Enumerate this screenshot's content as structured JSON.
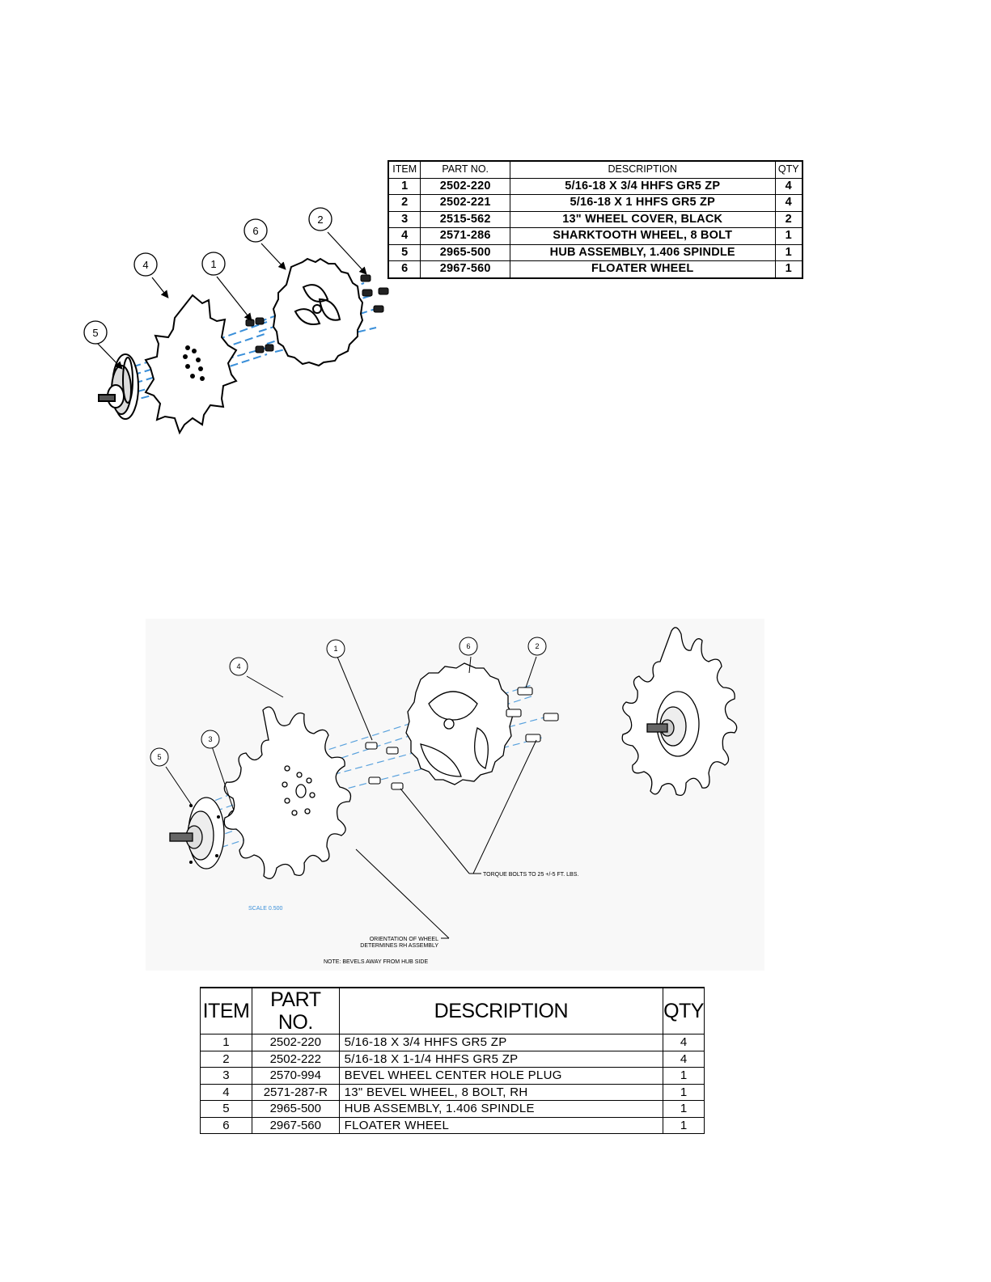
{
  "top_table": {
    "headers": [
      "ITEM",
      "PART NO.",
      "DESCRIPTION",
      "QTY"
    ],
    "rows": [
      [
        "1",
        "2502-220",
        "5/16-18 X 3/4 HHFS GR5 ZP",
        "4"
      ],
      [
        "2",
        "2502-221",
        "5/16-18 X 1 HHFS GR5 ZP",
        "4"
      ],
      [
        "3",
        "2515-562",
        "13\" WHEEL COVER, BLACK",
        "2"
      ],
      [
        "4",
        "2571-286",
        "SHARKTOOTH WHEEL, 8 BOLT",
        "1"
      ],
      [
        "5",
        "2965-500",
        "HUB ASSEMBLY, 1.406 SPINDLE",
        "1"
      ],
      [
        "6",
        "2967-560",
        "FLOATER WHEEL",
        "1"
      ]
    ]
  },
  "top_diagram": {
    "balloons": [
      "5",
      "4",
      "1",
      "6",
      "2"
    ]
  },
  "bottom_diagram": {
    "balloons": [
      "5",
      "3",
      "4",
      "1",
      "6",
      "2"
    ],
    "torque_note": "TORQUE BOLTS TO 25 +/-5 FT. LBS.",
    "scale_label": "SCALE 0.500",
    "orientation_note_line1": "ORIENTATION OF WHEEL",
    "orientation_note_line2": "DETERMINES RH ASSEMBLY",
    "bevel_note": "NOTE: BEVELS AWAY FROM HUB SIDE"
  },
  "bottom_table": {
    "headers": [
      "ITEM",
      "PART NO.",
      "DESCRIPTION",
      "QTY"
    ],
    "rows": [
      [
        "1",
        "2502-220",
        "5/16-18 X 3/4 HHFS GR5 ZP",
        "4"
      ],
      [
        "2",
        "2502-222",
        "5/16-18 X 1-1/4 HHFS GR5 ZP",
        "4"
      ],
      [
        "3",
        "2570-994",
        "BEVEL WHEEL CENTER HOLE PLUG",
        "1"
      ],
      [
        "4",
        "2571-287-R",
        "13\" BEVEL WHEEL, 8 BOLT, RH",
        "1"
      ],
      [
        "5",
        "2965-500",
        "HUB ASSEMBLY, 1.406 SPINDLE",
        "1"
      ],
      [
        "6",
        "2967-560",
        "FLOATER WHEEL",
        "1"
      ]
    ]
  },
  "colors": {
    "dash_line": "#3a8fd9",
    "scale_text": "#3a8fd9",
    "ink": "#000000"
  }
}
